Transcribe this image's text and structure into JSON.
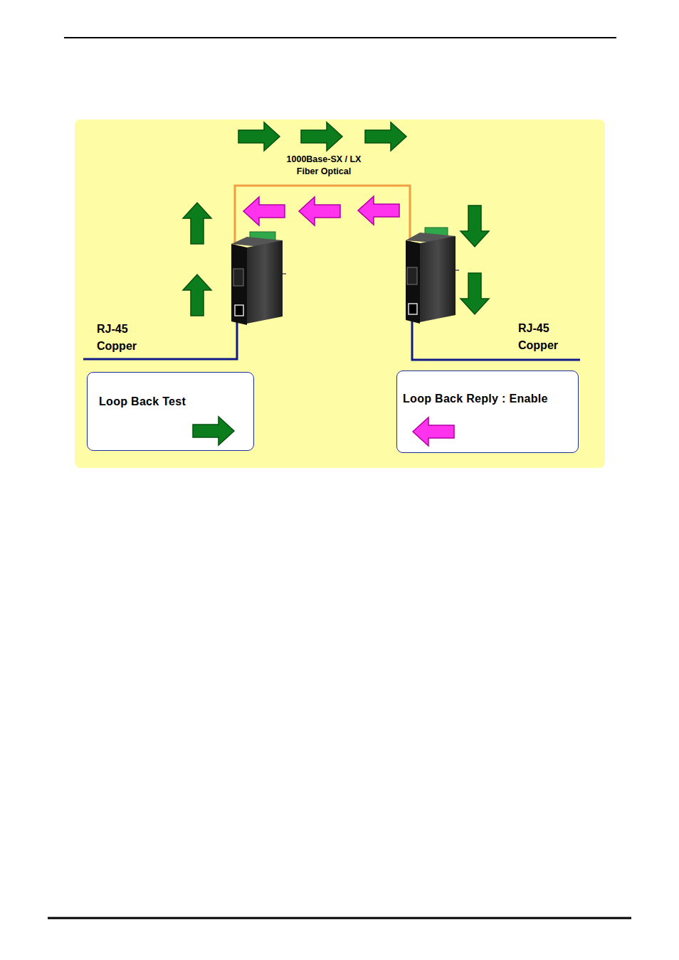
{
  "diagram": {
    "nodes": [
      {
        "text": [
          "Loop Back Test"
        ]
      },
      {
        "text": [
          "Loop Back Reply : Enable"
        ]
      }
    ],
    "labels": [
      "1000Base-SX / LX Fiber Optical",
      "RJ-45 Copper",
      "RJ-45 Copper"
    ]
  }
}
